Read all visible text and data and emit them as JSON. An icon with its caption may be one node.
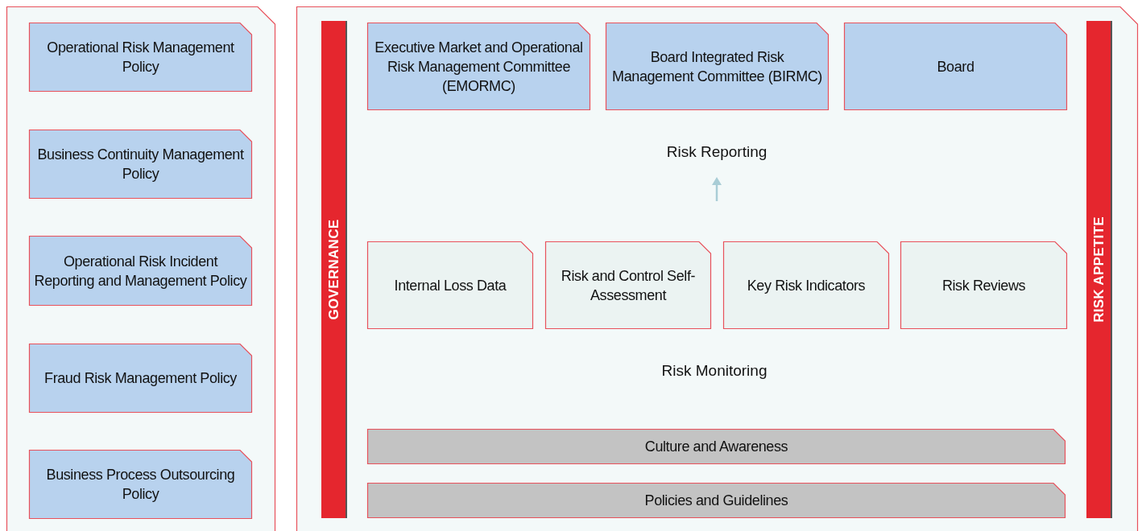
{
  "diagram": {
    "nodes": [
      {
        "text": [],
        "shape": "box"
      },
      {
        "text": [
          "Operational Risk Management Policy"
        ],
        "in": 0
      },
      {
        "text": [
          "Business Continuity Management Policy"
        ],
        "in": 0
      },
      {
        "text": [
          "Operational Risk Incident Reporting and Management Policy"
        ],
        "in": 0
      },
      {
        "text": [
          "Fraud Risk Management Policy"
        ],
        "in": 0
      },
      {
        "text": [
          "Business Process Outsourcing Policy"
        ],
        "in": 0
      },
      {
        "text": [],
        "shape": "box"
      },
      {
        "text": [
          "GOVERNANCE"
        ],
        "in": 6
      },
      {
        "text": [
          "Executive Market and Operational Risk Management Committee (EMORMC)"
        ],
        "in": 6
      },
      {
        "text": [
          "Board Integrated Risk Management Committee (BIRMC)"
        ],
        "in": 6
      },
      {
        "text": [
          "Board"
        ],
        "in": 6
      },
      {
        "text": [
          "Internal Loss Data"
        ],
        "in": 6
      },
      {
        "text": [
          "Risk and Control Self-Assessment"
        ],
        "in": 6
      },
      {
        "text": [
          "Key Risk Indicators"
        ],
        "in": 6
      },
      {
        "text": [
          "Risk Reviews"
        ],
        "in": 6
      },
      {
        "text": [
          "Culture and Awareness"
        ],
        "in": 6
      },
      {
        "text": [
          "Policies and Guidelines"
        ],
        "in": 6
      },
      {
        "text": [
          "RISK APPETITE"
        ],
        "in": 6
      }
    ],
    "labels": [
      "Risk Reporting",
      "Risk Monitoring"
    ]
  }
}
